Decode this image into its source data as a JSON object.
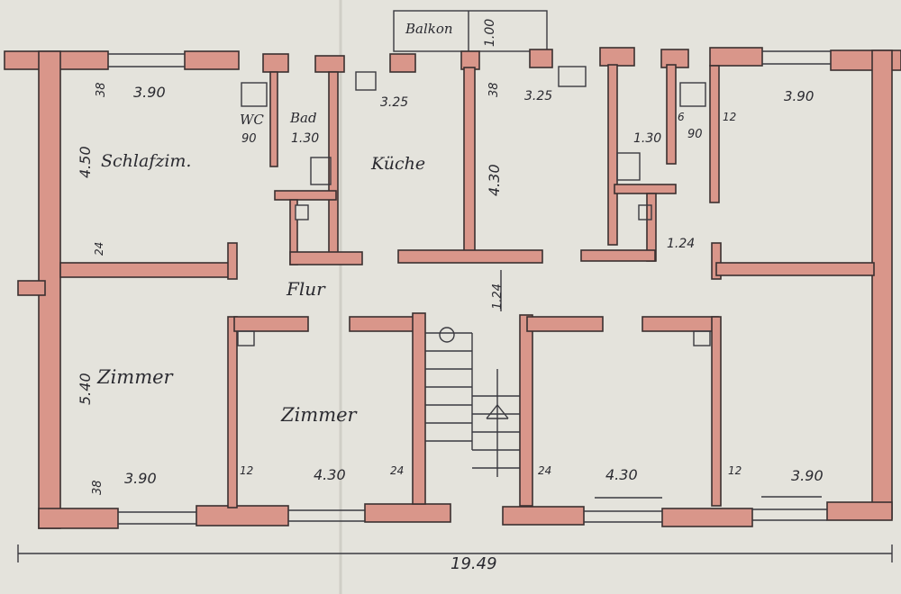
{
  "rooms": {
    "balcony": "Balkon",
    "bedroom": "Schlafzim.",
    "wc": "WC",
    "bath": "Bad",
    "kitchen": "Küche",
    "hall": "Flur",
    "room_left": "Zimmer",
    "room_center": "Zimmer"
  },
  "dimensions": {
    "balcony_depth": "1.00",
    "bedroom_width": "3.90",
    "bedroom_depth": "4.50",
    "wall_top_left": "38",
    "wc_width": "90",
    "bath_width": "1.30",
    "kitchen_width": "3.25",
    "kitchen_depth": "4.30",
    "wall_kitchen": "38",
    "right_kitchen_width": "3.25",
    "right_bath_width": "1.30",
    "right_wc_width": "90",
    "wall_b": "6",
    "wall_c": "12",
    "right_top_room": "3.90",
    "hall_right": "1.24",
    "hall_center": "1.24",
    "wall_24_left": "24",
    "room_left_depth": "5.40",
    "bottom_left_wall": "38",
    "bottom_left_width": "3.90",
    "wall_12_left": "12",
    "bottom_center_width": "4.30",
    "wall_24_center": "24",
    "wall_24_right": "24",
    "bottom_right_center": "4.30",
    "wall_12_right": "12",
    "bottom_right_width": "3.90",
    "total_length": "19.49"
  },
  "colors": {
    "paper": "#e4e3dc",
    "wall_fill": "#d9968a",
    "ink": "#3a3a40"
  }
}
